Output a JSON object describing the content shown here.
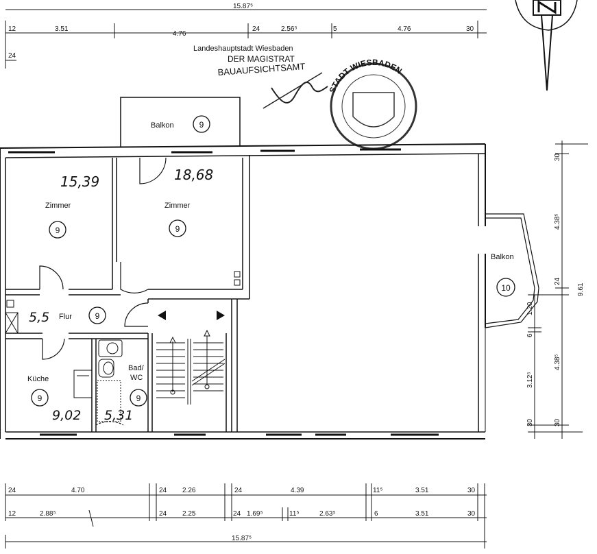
{
  "stamp": {
    "lines": [
      "Landeshauptstadt Wiesbaden",
      "DER MAGISTRAT",
      "BAUAUFSICHTSAMT"
    ],
    "seal_text": "STADT WIESBADEN"
  },
  "north_label": "N",
  "dimensions": {
    "top_total": "15.87⁵",
    "top": [
      "12",
      "3.51",
      "4.76",
      "24",
      "2.56⁵",
      "5",
      "4.76",
      "30"
    ],
    "top_left_vertical": "24",
    "bottom_row1": [
      "24",
      "4.70",
      "24",
      "2.26",
      "24",
      "4.39",
      "11⁵",
      "3.51",
      "30"
    ],
    "bottom_row2": [
      "12",
      "2.88⁵",
      "24",
      "2.25",
      "24",
      "1.69⁵",
      "11⁵",
      "2.63⁵",
      "6",
      "3.51",
      "30"
    ],
    "bottom_total": "15.87⁵",
    "right": [
      "30",
      "4.38⁵",
      "24",
      "1.20",
      "6",
      "4.38⁵",
      "3.12⁵",
      "30",
      "30",
      "9.61"
    ]
  },
  "rooms": [
    {
      "id": "balkon-top",
      "name": "Balkon",
      "tag": "9"
    },
    {
      "id": "zimmer-1",
      "name": "Zimmer",
      "tag": "9",
      "area": "15,39"
    },
    {
      "id": "zimmer-2",
      "name": "Zimmer",
      "tag": "9",
      "area": "18,68"
    },
    {
      "id": "flur",
      "name": "Flur",
      "tag": "9",
      "area": "5,5"
    },
    {
      "id": "kueche",
      "name": "Küche",
      "tag": "9",
      "area": "9,02"
    },
    {
      "id": "bad",
      "name_line1": "Bad/",
      "name_line2": "WC",
      "tag": "9",
      "area": "5,31"
    },
    {
      "id": "balkon-right",
      "name": "Balkon",
      "tag": "10"
    }
  ]
}
